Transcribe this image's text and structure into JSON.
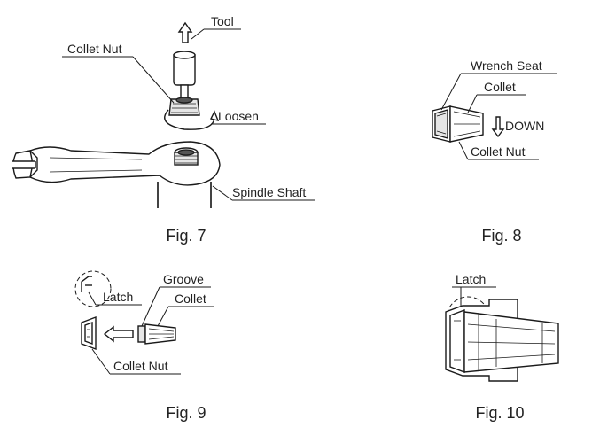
{
  "figures": {
    "fig7": {
      "caption": "Fig. 7",
      "labels": {
        "tool": "Tool",
        "collet_nut": "Collet Nut",
        "loosen": "Loosen",
        "spindle_shaft": "Spindle Shaft"
      }
    },
    "fig8": {
      "caption": "Fig. 8",
      "labels": {
        "wrench_seat": "Wrench Seat",
        "collet": "Collet",
        "down": "DOWN",
        "collet_nut": "Collet Nut"
      }
    },
    "fig9": {
      "caption": "Fig. 9",
      "labels": {
        "groove": "Groove",
        "latch": "Latch",
        "collet": "Collet",
        "collet_nut": "Collet Nut"
      }
    },
    "fig10": {
      "caption": "Fig. 10",
      "labels": {
        "latch": "Latch"
      }
    }
  }
}
